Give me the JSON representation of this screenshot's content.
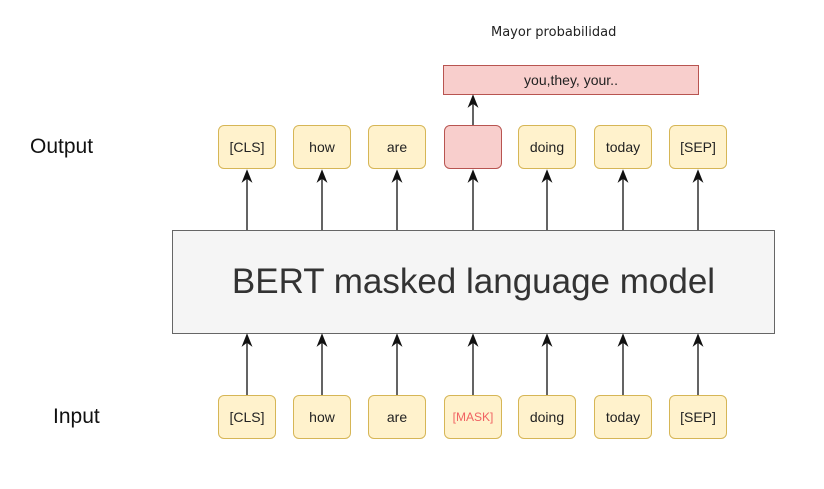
{
  "title": "Mayor probabilidad",
  "prediction": "you,they, your..",
  "output_label": "Output",
  "input_label": "Input",
  "model_label": "BERT masked language model",
  "output_tokens": [
    "[CLS]",
    "how",
    "are",
    "",
    "doing",
    "today",
    "[SEP]"
  ],
  "input_tokens": [
    "[CLS]",
    "how",
    "are",
    "[MASK]",
    "doing",
    "today",
    "[SEP]"
  ],
  "colors": {
    "token_fill": "#fff2cc",
    "token_border": "#d6b656",
    "highlight_fill": "#f8cecc",
    "highlight_border": "#b85450",
    "mask_text": "#f06262"
  }
}
